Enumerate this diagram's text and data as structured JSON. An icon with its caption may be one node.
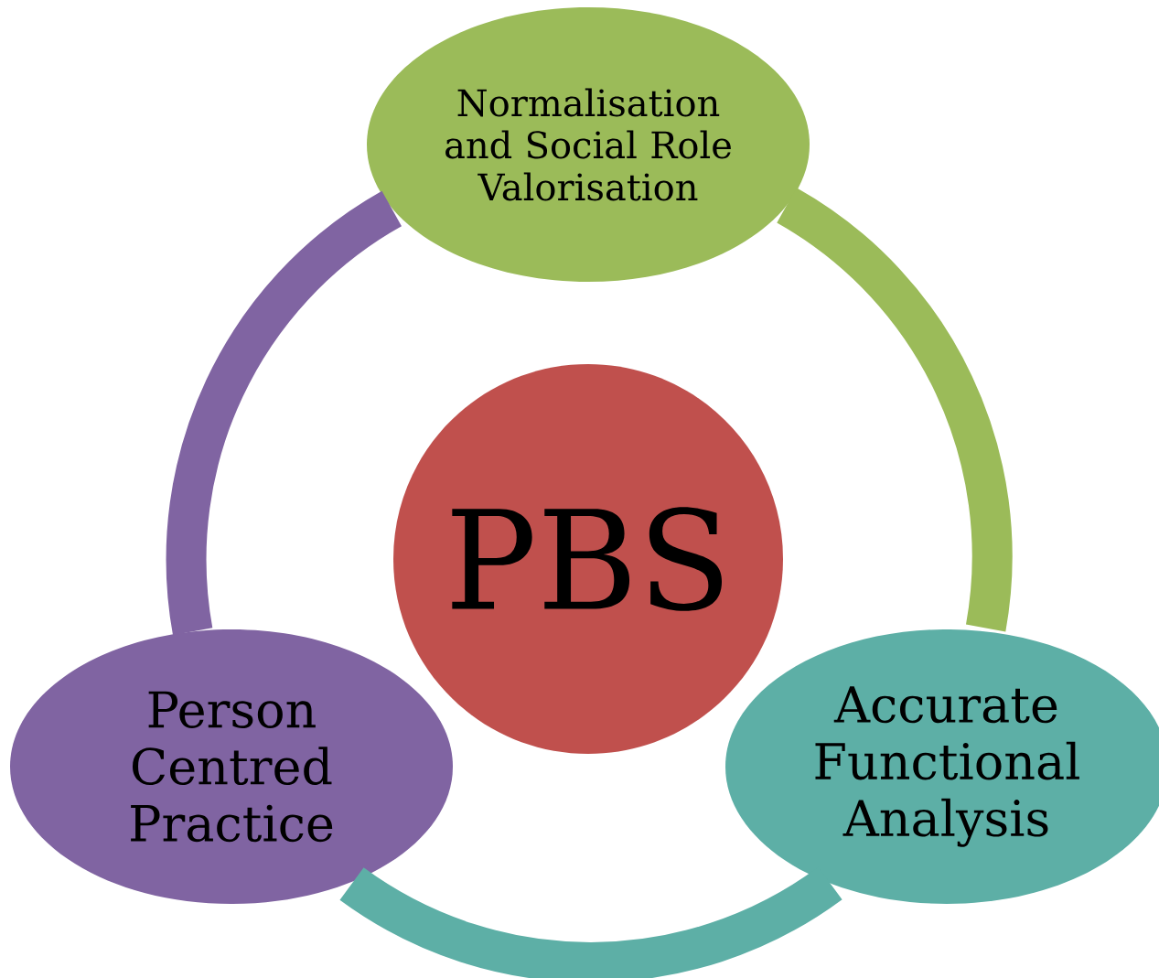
{
  "diagram": {
    "nodes": [
      {
        "text": [
          "Normalisation and Social Role Valorisation"
        ]
      },
      {
        "text": [
          "PBS"
        ]
      },
      {
        "text": [
          "Person Centred Practice"
        ]
      },
      {
        "text": [
          "Accurate Functional Analysis"
        ]
      }
    ],
    "edges": [
      {
        "from": 0,
        "to": 3,
        "arrow": "none",
        "color": "#9bbb59"
      },
      {
        "from": 3,
        "to": 2,
        "arrow": "none",
        "color": "#5dafa6"
      },
      {
        "from": 2,
        "to": 0,
        "arrow": "none",
        "color": "#8064a2"
      }
    ]
  }
}
